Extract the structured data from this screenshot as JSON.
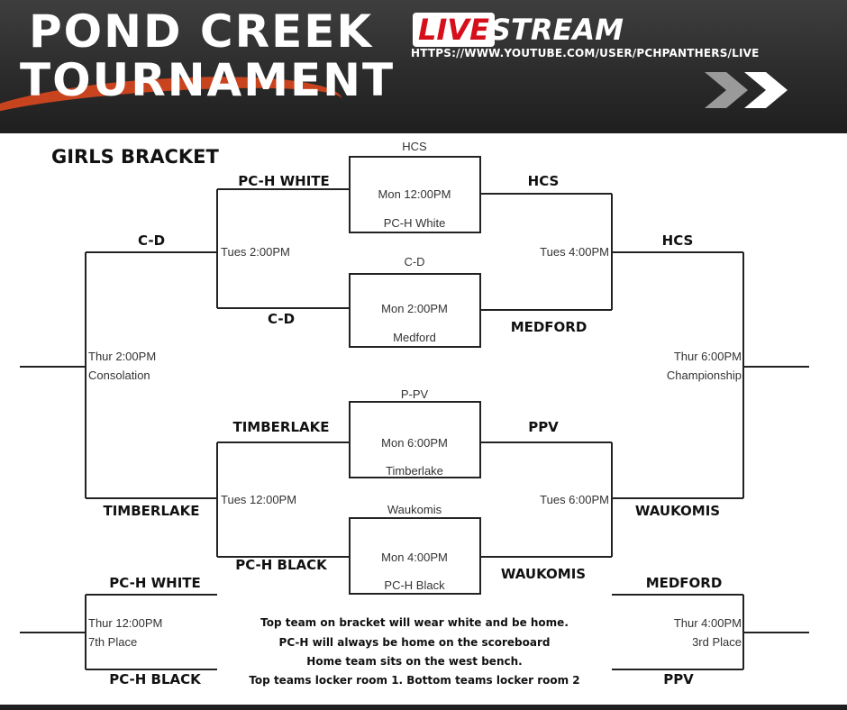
{
  "header": {
    "title_line1": "POND  CREEK",
    "title_line2": "TOURNAMENT",
    "live": "LIVE",
    "stream": "STREAM",
    "url": "HTTPS://WWW.YOUTUBE.COM/USER/PCHPANTHERS/LIVE",
    "accent_color": "#d5101a",
    "icon": "double-chevron-right-icon"
  },
  "bracket": {
    "title": "GIRLS BRACKET",
    "teams": {
      "pch_white_top": "PC-H WHITE",
      "hcs_r1": "HCS",
      "cd_r1": "C-D",
      "medford_r1": "MEDFORD",
      "cd_semi": "C-D",
      "hcs_semi": "HCS",
      "timberlake_r1": "TIMBERLAKE",
      "ppv_r1": "PPV",
      "pch_black_r1": "PC-H BLACK",
      "waukomis_r1": "WAUKOMIS",
      "timberlake_semi": "TIMBERLAKE",
      "waukomis_semi": "WAUKOMIS",
      "seventh_top": "PC-H WHITE",
      "seventh_bottom": "PC-H BLACK",
      "third_top": "MEDFORD",
      "third_bottom": "PPV"
    },
    "games": {
      "g1": {
        "top": "HCS",
        "time": "Mon 12:00PM",
        "bottom": "PC-H White"
      },
      "g2": {
        "top": "C-D",
        "time": "Mon 2:00PM",
        "bottom": "Medford"
      },
      "g3": {
        "top": "P-PV",
        "time": "Mon 6:00PM",
        "bottom": "Timberlake"
      },
      "g4": {
        "top": "Waukomis",
        "time": "Mon 4:00PM",
        "bottom": "PC-H Black"
      }
    },
    "times": {
      "tues_2": "Tues 2:00PM",
      "tues_4": "Tues 4:00PM",
      "tues_12": "Tues 12:00PM",
      "tues_6": "Tues 6:00PM",
      "consolation_time": "Thur 2:00PM",
      "consolation": "Consolation",
      "championship_time": "Thur 6:00PM",
      "championship": "Championship",
      "seventh_time": "Thur 12:00PM",
      "seventh": "7th Place",
      "third_time": "Thur 4:00PM",
      "third": "3rd Place"
    },
    "notes": [
      "Top team on bracket will wear white and be home.",
      "PC-H will always be home on the scoreboard",
      "Home team sits on the west bench.",
      "Top teams locker room 1.  Bottom teams locker room 2"
    ]
  }
}
